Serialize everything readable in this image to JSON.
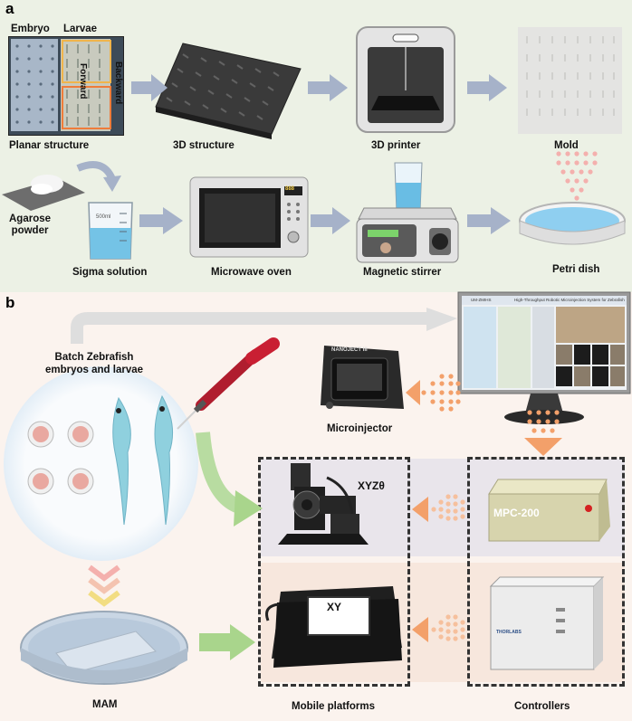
{
  "panels": {
    "a": "a",
    "b": "b"
  },
  "planar": {
    "embryo": "Embryo",
    "larvae": "Larvae",
    "forward": "Forward",
    "backward": "Backward",
    "caption": "Planar structure"
  },
  "captions_a": {
    "structure3d": "3D structure",
    "printer": "3D printer",
    "mold": "Mold",
    "agarose": "Agarose\npowder",
    "sigma": "Sigma solution",
    "microwave": "Microwave oven",
    "stirrer": "Magnetic stirrer",
    "petri": "Petri dish"
  },
  "beaker_label": "500ml",
  "microwave_display": "888",
  "captions_b": {
    "batch": "Batch Zebrafish\nembryos and larvae",
    "microinjector": "Microinjector",
    "nanoject": "NANOJECT III",
    "xyz": "XYZθ",
    "mpc": "MPC-200",
    "xy": "XY",
    "mam": "MAM",
    "mobile": "Mobile platforms",
    "controllers": "Controllers",
    "thorlabs": "THORLABS"
  },
  "software": {
    "title": "High-Throughput Robotic Microinjection System for Zebrafish",
    "logo": "UM-ZMIHS"
  },
  "colors": {
    "arrow_gray": "#a6b2c9",
    "arrow_orange": "#f3a06a",
    "arrow_green": "#a9d58c",
    "arrow_pink": "#f4b0ad",
    "arrow_yellow": "#f2dd82",
    "panel_a_bg": "#ecf1e5",
    "panel_b_bg": "#fbf3ee"
  }
}
